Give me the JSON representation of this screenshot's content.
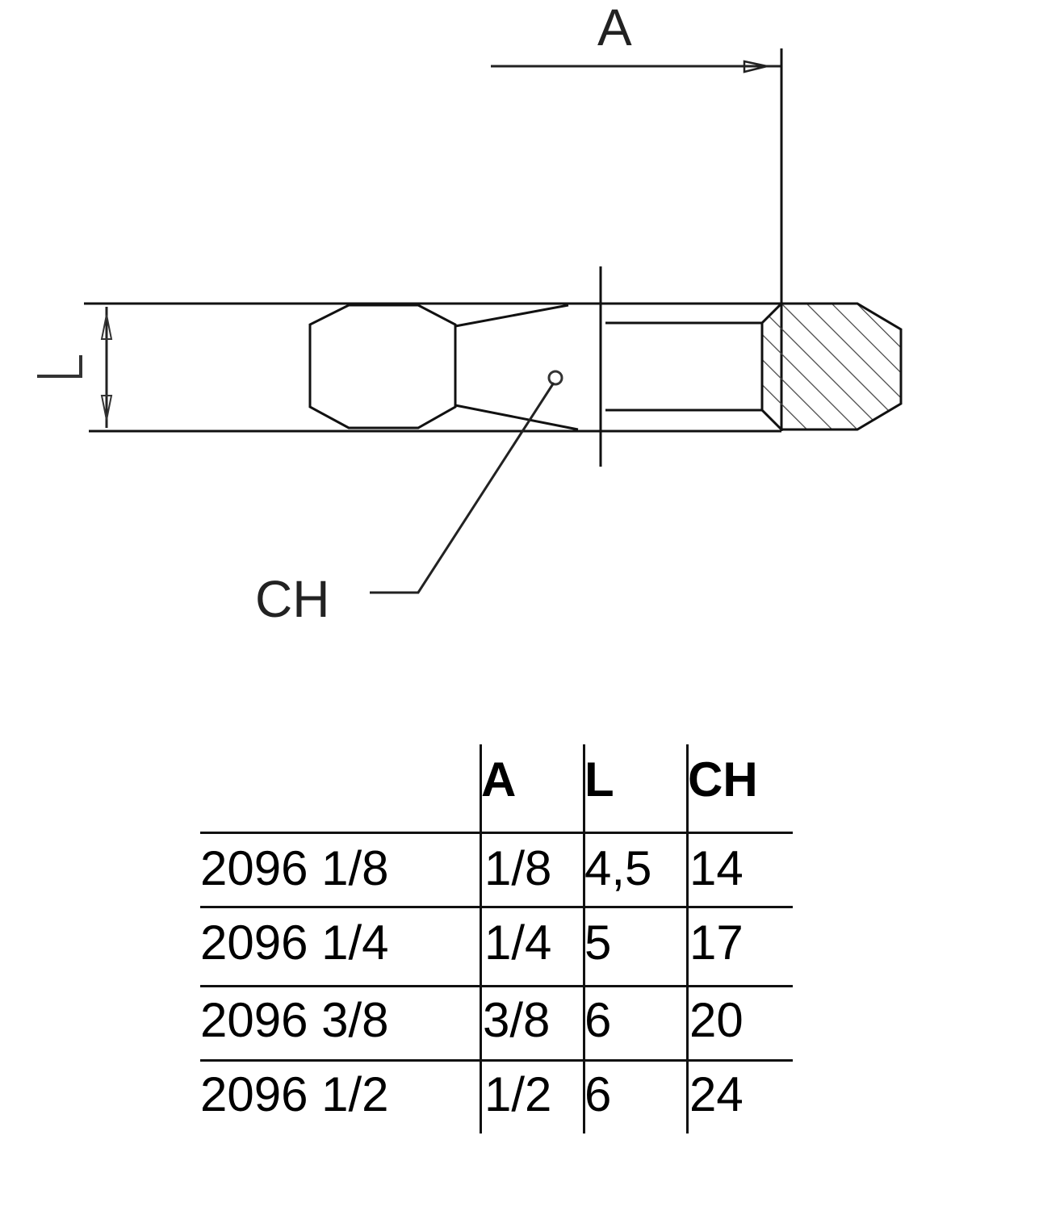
{
  "drawing": {
    "labels": {
      "dim_a": "A",
      "dim_l": "L",
      "dim_ch": "CH"
    }
  },
  "table": {
    "headers": [
      "",
      "A",
      "L",
      "CH"
    ],
    "rows": [
      {
        "code": "2096 1/8",
        "a": "1/8",
        "l": "4,5",
        "ch": "14"
      },
      {
        "code": "2096 1/4",
        "a": "1/4",
        "l": "5",
        "ch": "17"
      },
      {
        "code": "2096 3/8",
        "a": "3/8",
        "l": "6",
        "ch": "20"
      },
      {
        "code": "2096 1/2",
        "a": "1/2",
        "l": "6",
        "ch": "24"
      }
    ]
  }
}
